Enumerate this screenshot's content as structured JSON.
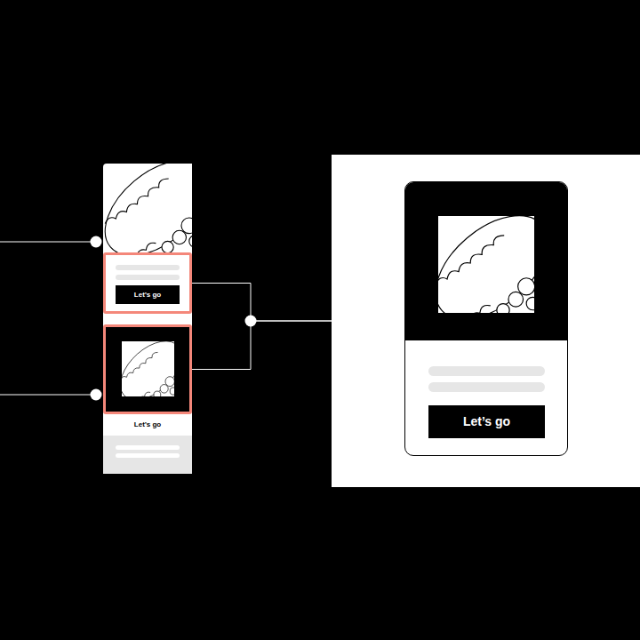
{
  "diagram": {
    "nodes": [
      {
        "text": [
          "Let’s go"
        ]
      },
      {
        "text": [],
        "in": 0
      },
      {
        "text": [
          "Let’s go"
        ],
        "in": 1
      },
      {
        "text": [],
        "in": 0
      },
      {
        "text": []
      },
      {
        "text": [],
        "in": 4
      },
      {
        "text": [
          "Let’s go"
        ],
        "in": 5
      }
    ],
    "edges": [
      {
        "from": 1,
        "to": 4,
        "arrow": "none"
      },
      {
        "from": 3,
        "to": 4,
        "arrow": "none"
      }
    ]
  }
}
